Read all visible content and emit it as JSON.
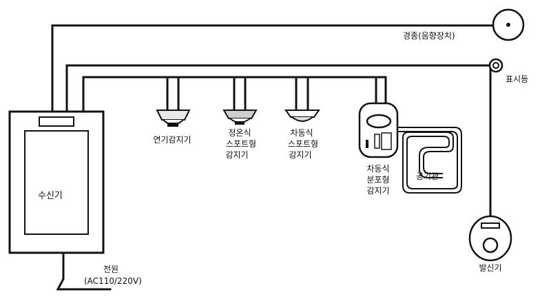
{
  "receiver": {
    "label": "수신기"
  },
  "power": {
    "label": "전원",
    "spec": "(AC110/220V)"
  },
  "bell": {
    "label": "경종(음향장치)"
  },
  "indicator_lamp": {
    "label": "표시등"
  },
  "detectors": {
    "smoke": {
      "label": "연기감지기"
    },
    "fixed_temp_spot": {
      "line1": "정온식",
      "line2": "스포트형",
      "line3": "감지기"
    },
    "rate_of_rise_spot": {
      "line1": "차동식",
      "line2": "스포트형",
      "line3": "감지기"
    },
    "rate_of_rise_distributed": {
      "line1": "차동식",
      "line2": "분포형",
      "line3": "감지기"
    }
  },
  "air_tube": {
    "label": "공기관"
  },
  "manual_station": {
    "label": "발신기"
  }
}
